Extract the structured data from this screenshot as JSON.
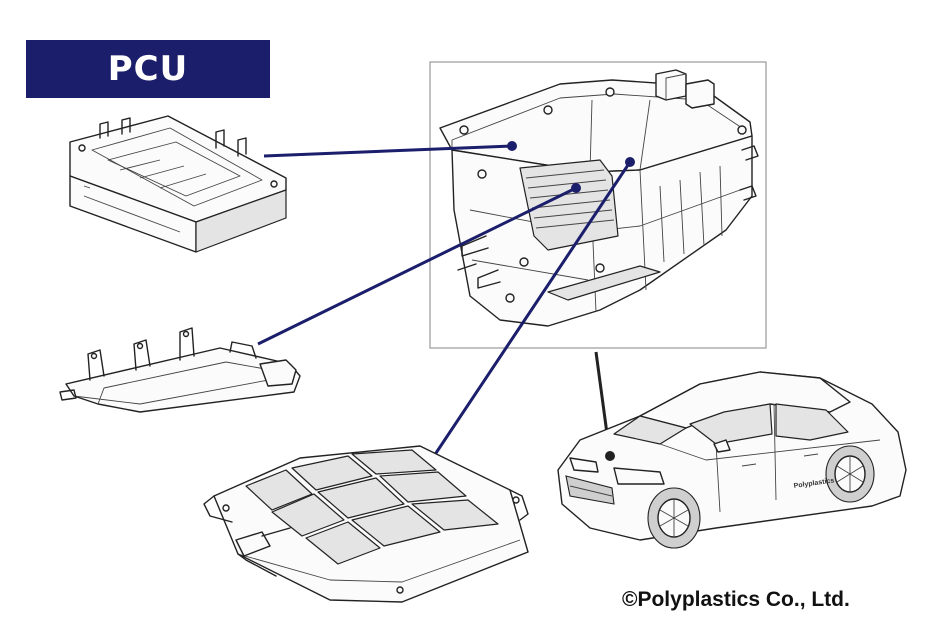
{
  "title": {
    "label": "PCU",
    "background": "#1b1e6b",
    "text_color": "#ffffff"
  },
  "copyright": {
    "text": "©Polyplastics Co., Ltd."
  },
  "car": {
    "badge": "Polyplastics"
  },
  "accent": {
    "leader_line": "#1b1e6b",
    "car_pointer": "#222222"
  }
}
